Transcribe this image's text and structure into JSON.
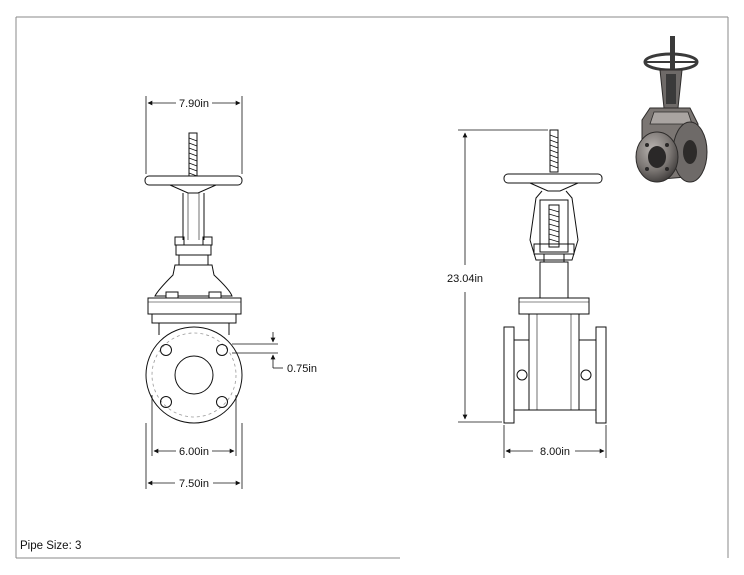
{
  "footer": {
    "pipe_size": "Pipe Size: 3"
  },
  "dimensions": {
    "handwheel_width": "7.90in",
    "flange_thickness": "0.75in",
    "bolt_circle": "6.00in",
    "flange_diameter": "7.50in",
    "overall_height": "23.04in",
    "face_to_face": "8.00in"
  },
  "colors": {
    "line": "#111111",
    "border": "#8a8a8a",
    "hidden": "#9a9a9a",
    "iso_dark": "#3a3a3a",
    "iso_mid": "#6e6a68",
    "iso_light": "#a9a4a1"
  }
}
